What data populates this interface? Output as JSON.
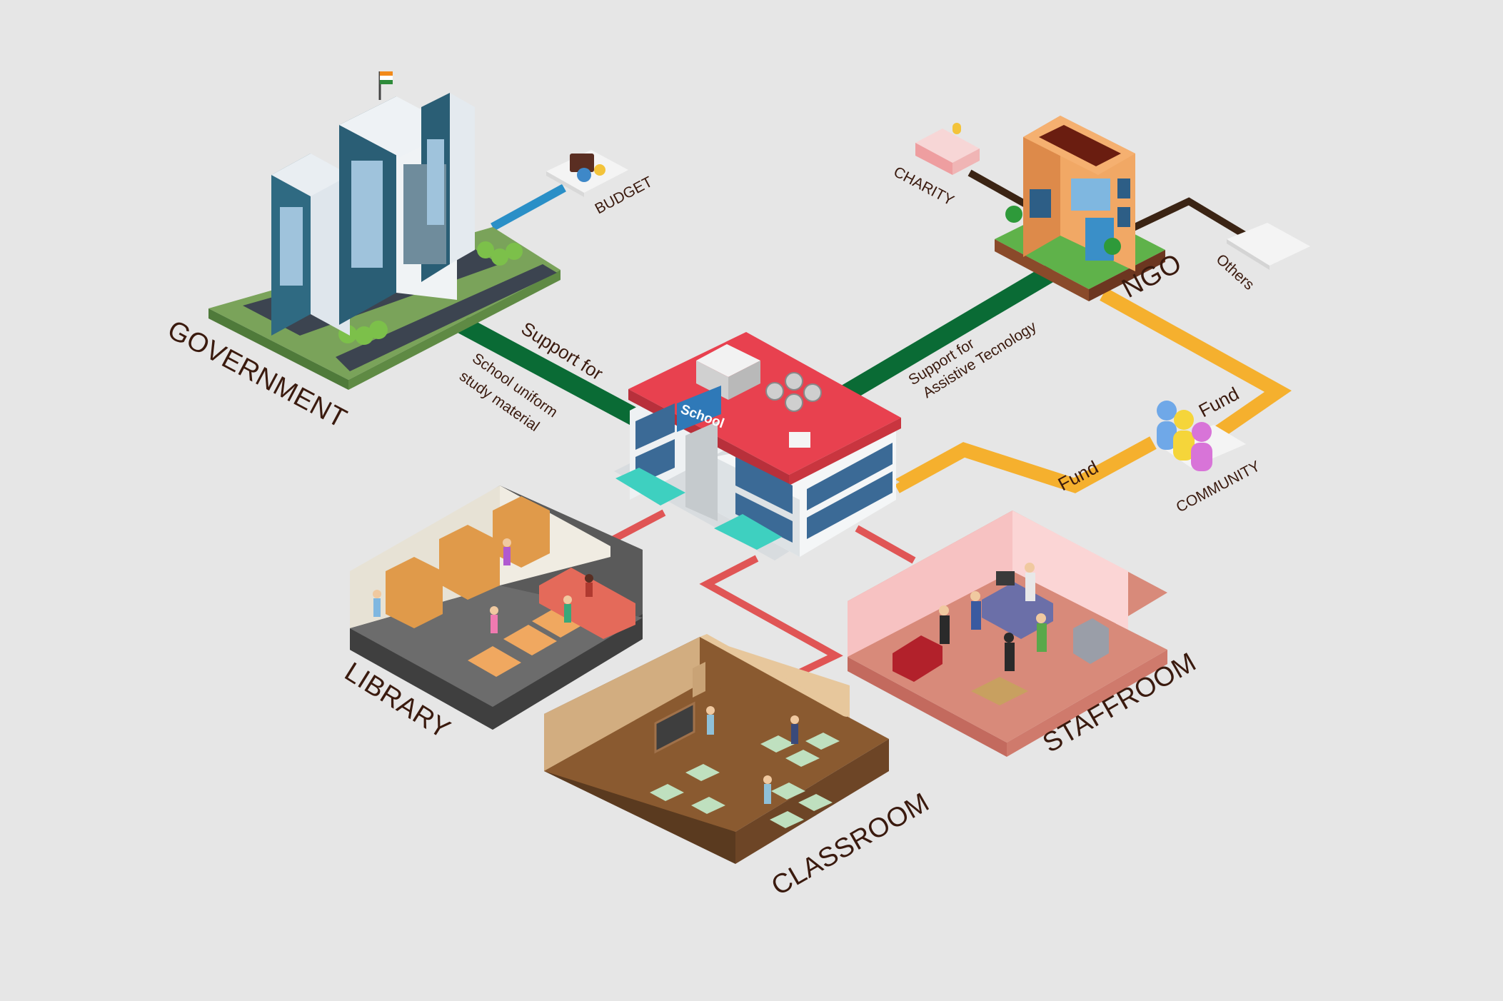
{
  "labels": {
    "government": "GOVERNMENT",
    "budget": "BUDGET",
    "charity": "CHARITY",
    "ngo": "NGO",
    "others": "Others",
    "school_sign": "School",
    "support_for": "Support for",
    "school_uniform": "School uniform",
    "study_material": "study material",
    "support_for_2": "Support for",
    "assistive_technology": "Assistive Tecnology",
    "fund_1": "Fund",
    "fund_2": "Fund",
    "community": "COMMUNITY",
    "library": "LIBRARY",
    "classroom": "CLASSROOM",
    "staffroom": "STAFFROOM"
  },
  "colors": {
    "background": "#e6e6e6",
    "gov_link": "#0a6b35",
    "ngo_link": "#0a6b35",
    "budget_link": "#2a8fc7",
    "ngo_branch": "#3b2414",
    "fund_path": "#f5b02e",
    "room_link": "#e05555",
    "school_roof": "#e8414f",
    "text": "#3a1a0e"
  }
}
